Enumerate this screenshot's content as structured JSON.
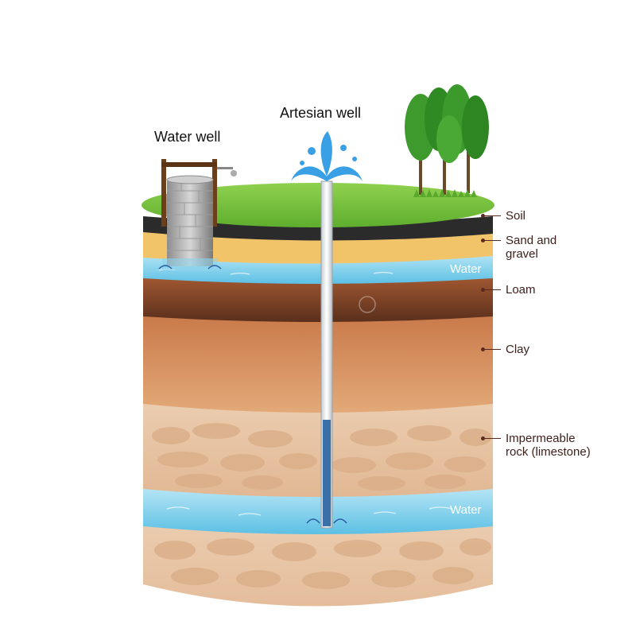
{
  "titles": {
    "water_well": "Water well",
    "artesian_well": "Artesian well"
  },
  "layers": [
    {
      "key": "soil",
      "label": "Soil"
    },
    {
      "key": "sand",
      "label": "Sand and\ngravel"
    },
    {
      "key": "water_upper",
      "label": "Water"
    },
    {
      "key": "loam",
      "label": "Loam"
    },
    {
      "key": "clay",
      "label": "Clay"
    },
    {
      "key": "rock",
      "label": "Impermeable\nrock (limestone)"
    },
    {
      "key": "water_lower",
      "label": "Water"
    }
  ],
  "colors": {
    "grass": "#7cc242",
    "soil": "#2b2b2b",
    "sand": "#f2c46a",
    "water": "#8fd4ec",
    "loam": "#8a4a2a",
    "clay": "#d98f57",
    "rock": "#e6c3a3",
    "label": "#3a1f1a"
  }
}
